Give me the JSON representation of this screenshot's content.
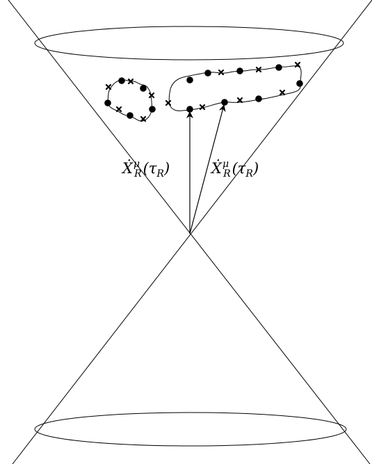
{
  "labels": {
    "left_vector": "Ẋ",
    "left_sup": "μ",
    "left_sub": "R",
    "left_arg": "(τ",
    "left_arg_sub": "R",
    "left_close": ")",
    "right_vector": "Ẋ",
    "right_sup": "μ",
    "right_sub": "R",
    "right_arg": "(τ",
    "right_arg_sub": "R",
    "right_close": ")"
  },
  "colors": {
    "stroke": "#000000",
    "background": "#ffffff"
  }
}
